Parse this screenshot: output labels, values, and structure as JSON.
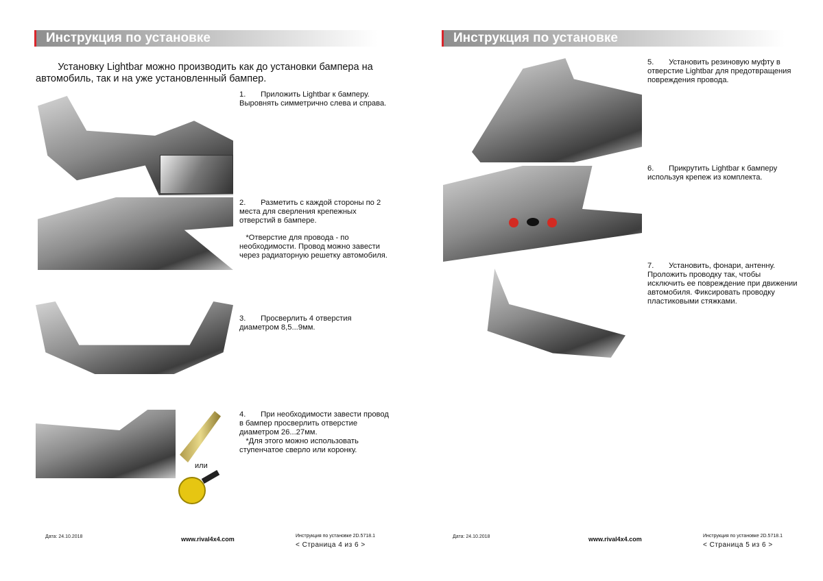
{
  "pages": [
    {
      "header": "Инструкция по установке",
      "intro": "        Установку Lightbar можно производить как до установки бампера на автомобиль, так и на уже установленный бампер.",
      "steps": [
        "1.       Приложить Lightbar к бамперу. Выровнять симметрично слева и справа.",
        "2.       Разметить с каждой стороны по 2 места для сверления крепежных отверстий в бампере.",
        "   *Отверстие для провода - по необходимости. Провод можно завести через радиаторную решетку автомобиля.",
        "3.       Просверлить 4 отверстия диаметром 8,5...9мм.",
        "4.       При необходимости завести провод в бампер просверлить отверстие диаметром 26...27мм.\n   *Для этого можно использовать ступенчатое сверло или коронку."
      ],
      "or_label": "или",
      "footer": {
        "date": "Дата: 24.10.2018",
        "site": "www.rival4x4.com",
        "doc": "Инструкция по установке 2D.5718.1",
        "page": "<  Страница  4  из  6  >"
      }
    },
    {
      "header": "Инструкция по установке",
      "steps": [
        "5.       Установить резиновую муфту в отверстие Lightbar для предотвращения повреждения провода.",
        "6.       Прикрутить Lightbar к бамперу используя крепеж из комплекта.",
        "7.       Установить, фонари, антенну. Проложить проводку так, чтобы исключить ее повреждение при движении автомобиля. Фиксировать проводку пластиковыми стяжками."
      ],
      "footer": {
        "date": "Дата: 24.10.2018",
        "site": "www.rival4x4.com",
        "doc": "Инструкция по установке 2D.5718.1",
        "page": "<  Страница  5  из  6  >"
      }
    }
  ]
}
